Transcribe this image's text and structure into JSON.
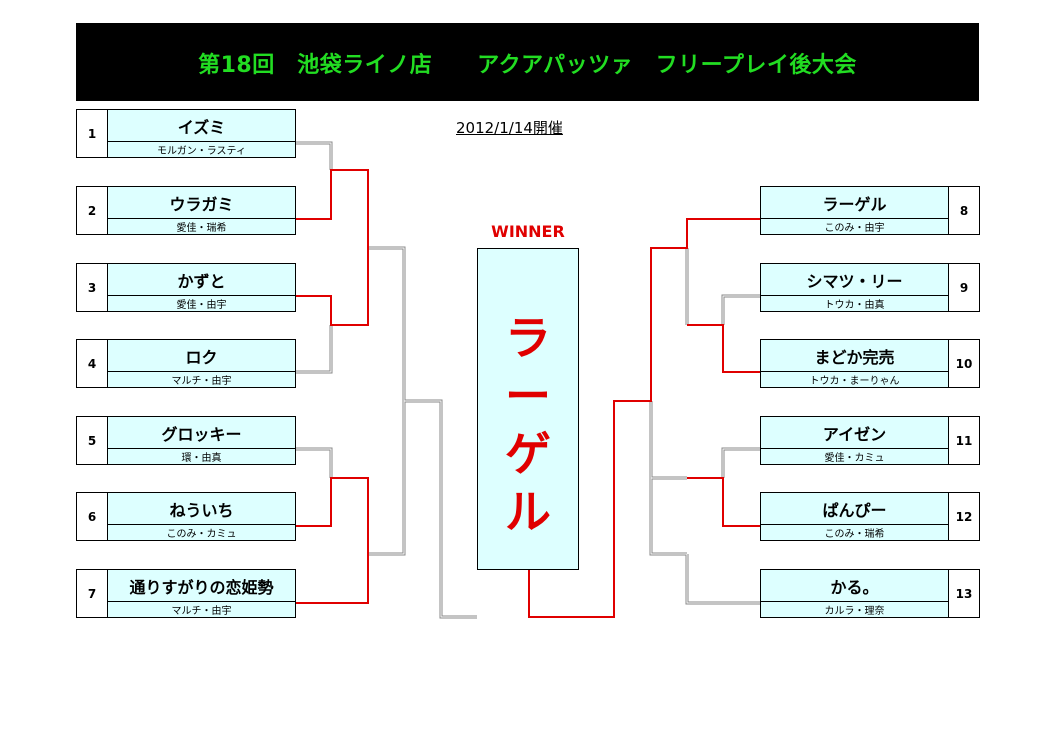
{
  "header": {
    "title": "第18回　池袋ライノ店　　アクアパッツァ　フリープレイ後大会"
  },
  "date": "2012/1/14開催",
  "winner": {
    "label": "WINNER",
    "chars": [
      "ラ",
      "ー",
      "ゲ",
      "ル"
    ]
  },
  "left_teams": [
    {
      "num": "1",
      "name": "イズミ",
      "members": "モルガン・ラスティ"
    },
    {
      "num": "2",
      "name": "ウラガミ",
      "members": "愛佳・瑞希"
    },
    {
      "num": "3",
      "name": "かずと",
      "members": "愛佳・由宇"
    },
    {
      "num": "4",
      "name": "ロク",
      "members": "マルチ・由宇"
    },
    {
      "num": "5",
      "name": "グロッキー",
      "members": "環・由真"
    },
    {
      "num": "6",
      "name": "ねういち",
      "members": "このみ・カミュ"
    },
    {
      "num": "7",
      "name": "通りすがりの恋姫勢",
      "members": "マルチ・由宇"
    }
  ],
  "right_teams": [
    {
      "num": "8",
      "name": "ラーゲル",
      "members": "このみ・由宇"
    },
    {
      "num": "9",
      "name": "シマツ・リー",
      "members": "トウカ・由真"
    },
    {
      "num": "10",
      "name": "まどか完売",
      "members": "トウカ・まーりゃん"
    },
    {
      "num": "11",
      "name": "アイゼン",
      "members": "愛佳・カミュ"
    },
    {
      "num": "12",
      "name": "ぱんぴー",
      "members": "このみ・瑞希"
    },
    {
      "num": "13",
      "name": "かる。",
      "members": "カルラ・理奈"
    }
  ],
  "colors": {
    "banner_bg": "#000000",
    "title": "#22dd22",
    "cell_bg": "#ddffff",
    "win_line": "#e00000",
    "lose_line": "#888888"
  }
}
